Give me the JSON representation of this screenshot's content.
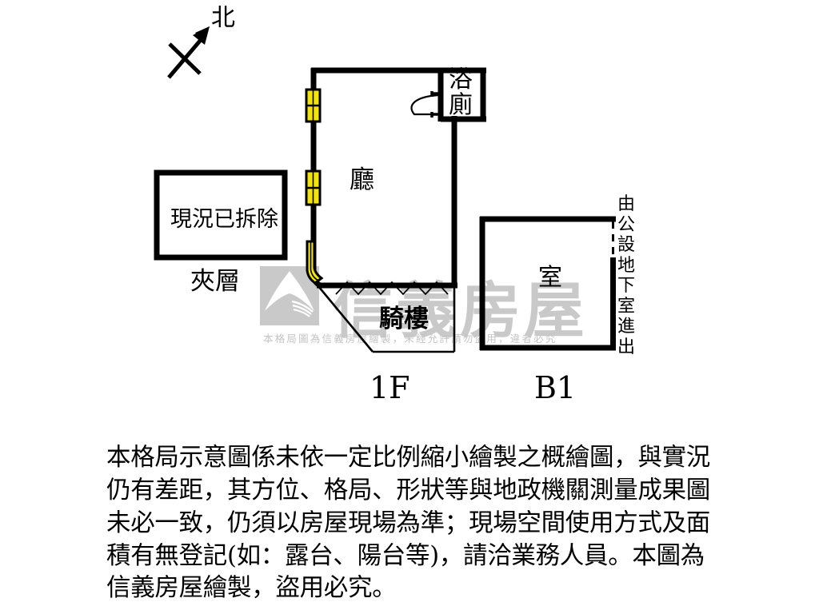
{
  "compass": {
    "label": "北",
    "icon": "north-arrow-icon"
  },
  "floor_1f": {
    "floor_label": "1F",
    "rooms": {
      "hall": "廳",
      "bathroom": "浴廁",
      "arcade": "騎樓"
    },
    "annotations": {
      "demolished_box": "現況已拆除",
      "mezzanine": "夾層"
    },
    "windows": [
      {
        "name": "window-upper",
        "color": "#F2E40C"
      },
      {
        "name": "window-middle",
        "color": "#F2E40C"
      },
      {
        "name": "window-lower",
        "color": "#F2E40C"
      }
    ],
    "door": {
      "name": "bathroom-door",
      "type": "swing-arc"
    }
  },
  "floor_b1": {
    "floor_label": "B1",
    "rooms": {
      "room": "室"
    },
    "annotations": {
      "entry_note": "由公設地下室進出"
    },
    "opening": {
      "name": "b1-wall-opening",
      "type": "dashed"
    }
  },
  "watermark": {
    "brand": "信義房屋",
    "notice": "本格局圖為信義房屋繪製，未經允許請勿盜用，違者必究",
    "color": "#c9c9c9"
  },
  "disclaimer": {
    "text": "本格局示意圖係未依一定比例縮小繪製之概繪圖，與實況仍有差距，其方位、格局、形狀等與地政機關測量成果圖未必一致，仍須以房屋現場為準；現場空間使用方式及面積有無登記(如：露台、陽台等)，請洽業務人員。本圖為信義房屋繪製，盜用必究。"
  },
  "colors": {
    "wall": "#000000",
    "window": "#F2E40C",
    "background": "#FFFFFF",
    "watermark_gray": "#c9c9c9"
  }
}
